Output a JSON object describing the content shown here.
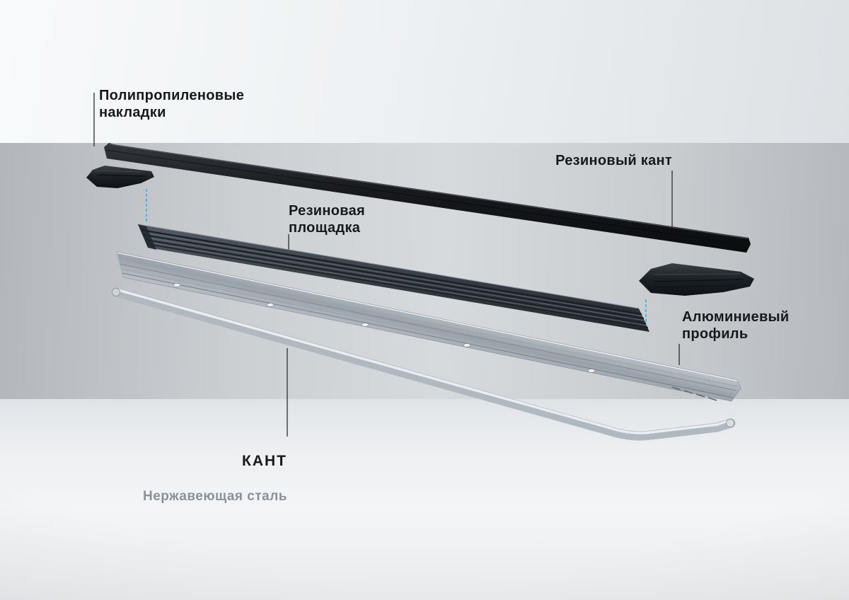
{
  "colors": {
    "accent_dashed": "#2fb9da",
    "label": "#17191d",
    "sublabel": "#8b9199",
    "leader": "#2a2e33"
  },
  "labels": {
    "polypropylene_caps": "Полипропиленовые\nнакладки",
    "rubber_edging": "Резиновый кант",
    "rubber_pad": "Резиновая\nплощадка",
    "aluminum_profile": "Алюминиевый\nпрофиль",
    "kant_title": "КАНТ",
    "kant_subtitle": "Нержавеющая сталь"
  }
}
